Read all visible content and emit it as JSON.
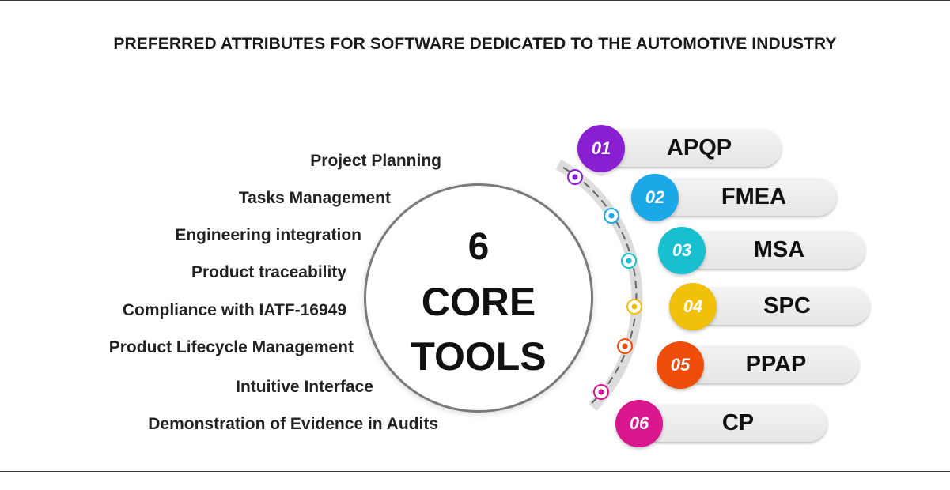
{
  "title": "PREFERRED ATTRIBUTES FOR SOFTWARE DEDICATED TO THE AUTOMOTIVE INDUSTRY",
  "center": {
    "line1": "6",
    "line2": "CORE",
    "line3": "TOOLS"
  },
  "attributes": [
    "Project Planning",
    "Tasks Management",
    "Engineering integration",
    "Product traceability",
    "Compliance with IATF-16949",
    "Product Lifecycle Management",
    "Intuitive Interface",
    "Demonstration of Evidence in Audits"
  ],
  "tools": [
    {
      "number": "01",
      "name": "APQP",
      "color": "#8a1fd1"
    },
    {
      "number": "02",
      "name": "FMEA",
      "color": "#1ba8e6"
    },
    {
      "number": "03",
      "name": "MSA",
      "color": "#17bfcf"
    },
    {
      "number": "04",
      "name": "SPC",
      "color": "#f0c00a"
    },
    {
      "number": "05",
      "name": "PPAP",
      "color": "#ee4d0c"
    },
    {
      "number": "06",
      "name": "CP",
      "color": "#d8168e"
    }
  ],
  "arc_dot_colors": [
    "#8a1fd1",
    "#1ba8e6",
    "#17bfcf",
    "#f0c00a",
    "#ee4d0c",
    "#d8168e"
  ]
}
